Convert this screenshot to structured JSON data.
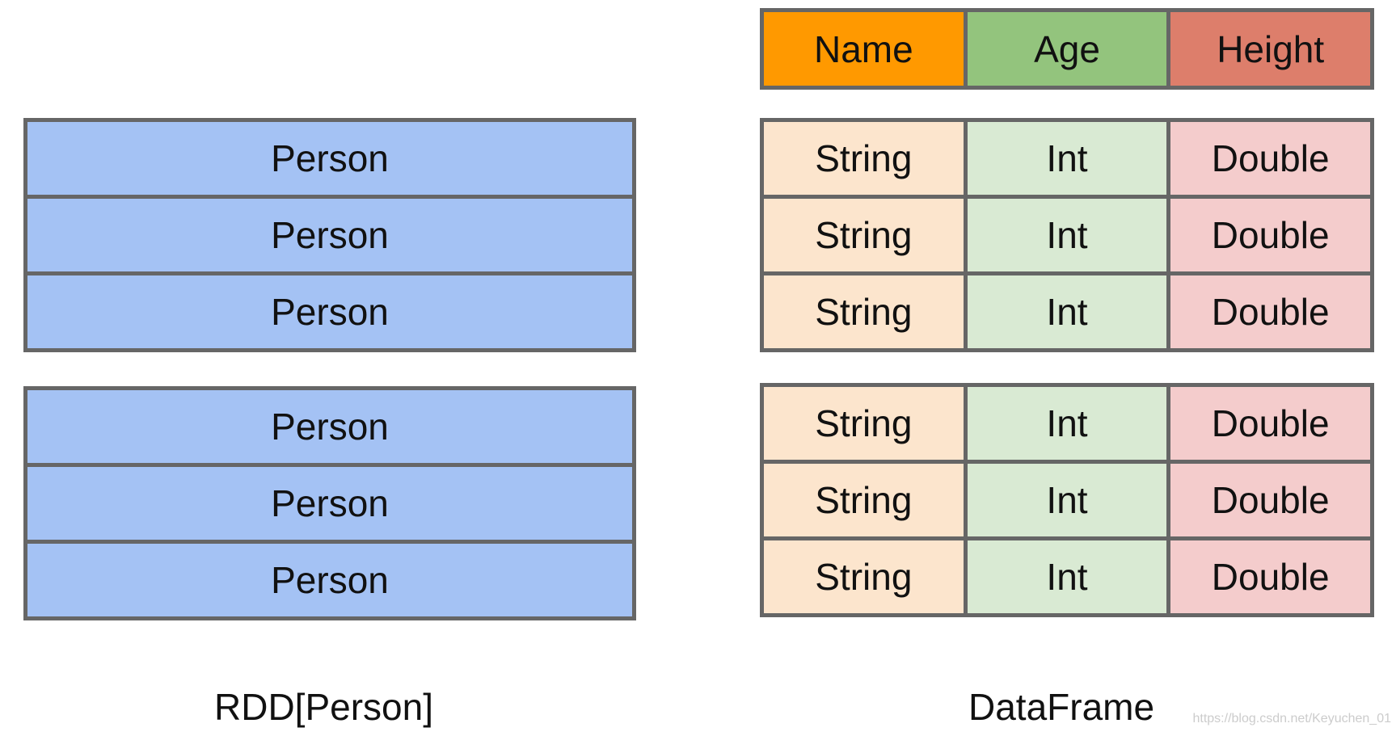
{
  "rdd": {
    "partitions": [
      [
        "Person",
        "Person",
        "Person"
      ],
      [
        "Person",
        "Person",
        "Person"
      ]
    ],
    "caption": "RDD[Person]"
  },
  "dataframe": {
    "header": [
      "Name",
      "Age",
      "Height"
    ],
    "header_colors": [
      "#ff9900",
      "#93c47d",
      "#dd7e6b"
    ],
    "cell_colors": [
      "#fce5cd",
      "#d9ead3",
      "#f4cccc"
    ],
    "partitions": [
      [
        [
          "String",
          "Int",
          "Double"
        ],
        [
          "String",
          "Int",
          "Double"
        ],
        [
          "String",
          "Int",
          "Double"
        ]
      ],
      [
        [
          "String",
          "Int",
          "Double"
        ],
        [
          "String",
          "Int",
          "Double"
        ],
        [
          "String",
          "Int",
          "Double"
        ]
      ]
    ],
    "caption": "DataFrame"
  },
  "watermark": "https://blog.csdn.net/Keyuchen_01",
  "colors": {
    "person_fill": "#a4c2f4",
    "border": "#666666"
  }
}
